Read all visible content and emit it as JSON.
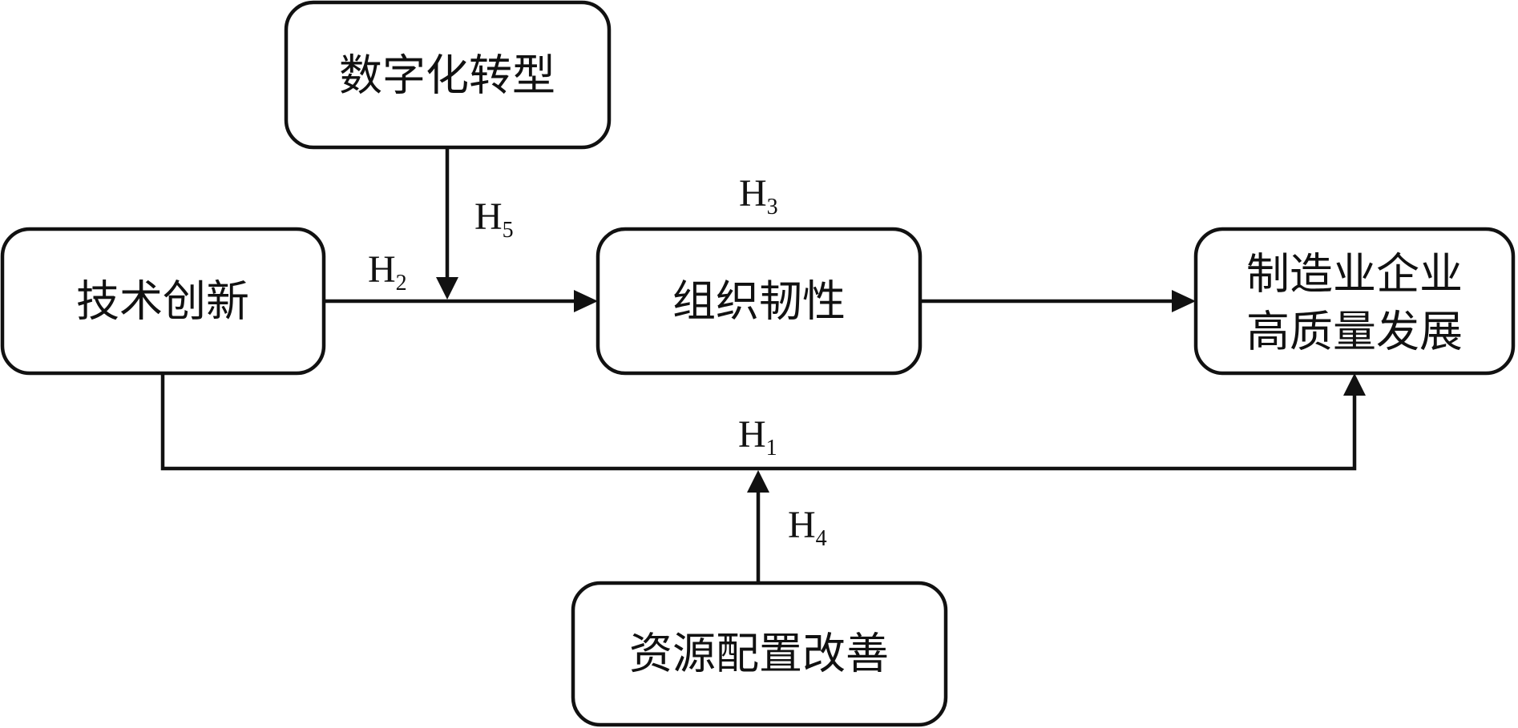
{
  "diagram": {
    "nodes": {
      "digital": {
        "label": "数字化转型"
      },
      "tech": {
        "label": "技术创新"
      },
      "org": {
        "label": "组织韧性"
      },
      "mfg": {
        "line1": "制造业企业",
        "line2": "高质量发展"
      },
      "resource": {
        "label": "资源配置改善"
      }
    },
    "hypotheses": {
      "h1": {
        "main": "H",
        "sub": "1"
      },
      "h2": {
        "main": "H",
        "sub": "2"
      },
      "h3": {
        "main": "H",
        "sub": "3"
      },
      "h4": {
        "main": "H",
        "sub": "4"
      },
      "h5": {
        "main": "H",
        "sub": "5"
      }
    },
    "colors": {
      "stroke": "#111111",
      "background": "#ffffff"
    }
  }
}
